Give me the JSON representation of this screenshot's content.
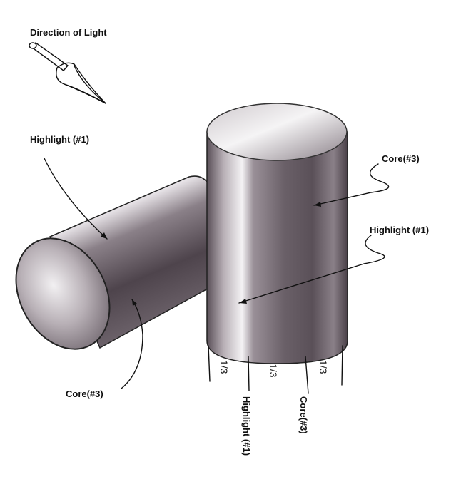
{
  "title": "Direction of Light",
  "labels": {
    "left_highlight": "Highlight (#1)",
    "left_core": "Core(#3)",
    "right_core": "Core(#3)",
    "right_highlight": "Highlight (#1)",
    "bottom_highlight": "Highlight (#1)",
    "bottom_core": "Core(#3)"
  },
  "fractions": [
    "1/3",
    "1/3",
    "1/3"
  ],
  "colors": {
    "cylinder_dark": "#4a4048",
    "cylinder_mid": "#8a8088",
    "highlight": "#f2f0f2"
  }
}
